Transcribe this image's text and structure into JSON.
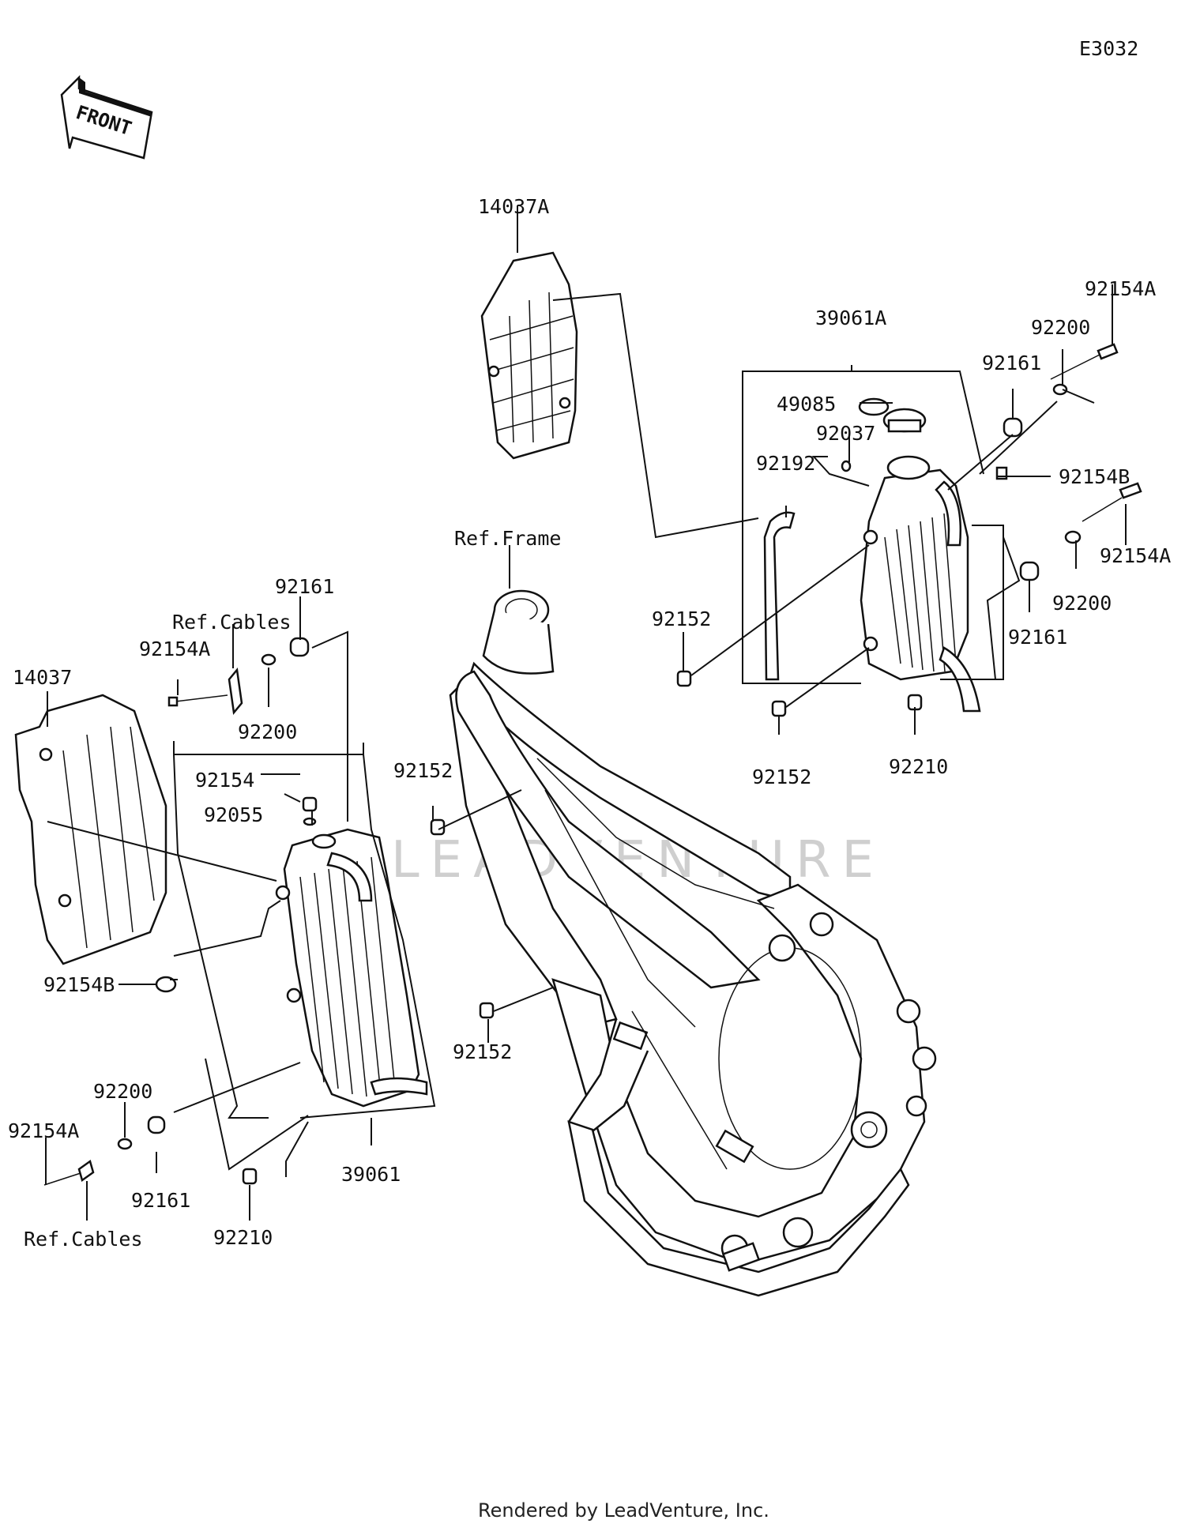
{
  "diagram_code": "E3032",
  "front_arrow_text": "FRONT",
  "watermark": "LEADVENTURE",
  "footer": "Rendered by LeadVenture, Inc.",
  "labels": {
    "p14037A": "14037A",
    "p39061A": "39061A",
    "p92154A_r1": "92154A",
    "p92200_r1": "92200",
    "p92161_r1": "92161",
    "p49085": "49085",
    "p92037": "92037",
    "p92192": "92192",
    "p92154B_r": "92154B",
    "p92154A_r2": "92154A",
    "p92200_r2": "92200",
    "p92161_r2": "92161",
    "p92210_r": "92210",
    "p92152_t": "92152",
    "p92152_m": "92152",
    "pRefFrame": "Ref.Frame",
    "p92161_l1": "92161",
    "pRefCables_l1": "Ref.Cables",
    "p92154A_l1": "92154A",
    "p92200_l1": "92200",
    "p14037": "14037",
    "p92154_l": "92154",
    "p92055": "92055",
    "p92152_l1": "92152",
    "p92154B_l": "92154B",
    "p92152_l2": "92152",
    "p92200_l2": "92200",
    "p92154A_l2": "92154A",
    "p92161_l2": "92161",
    "pRefCables_l2": "Ref.Cables",
    "p92210_l": "92210",
    "p39061": "39061"
  }
}
